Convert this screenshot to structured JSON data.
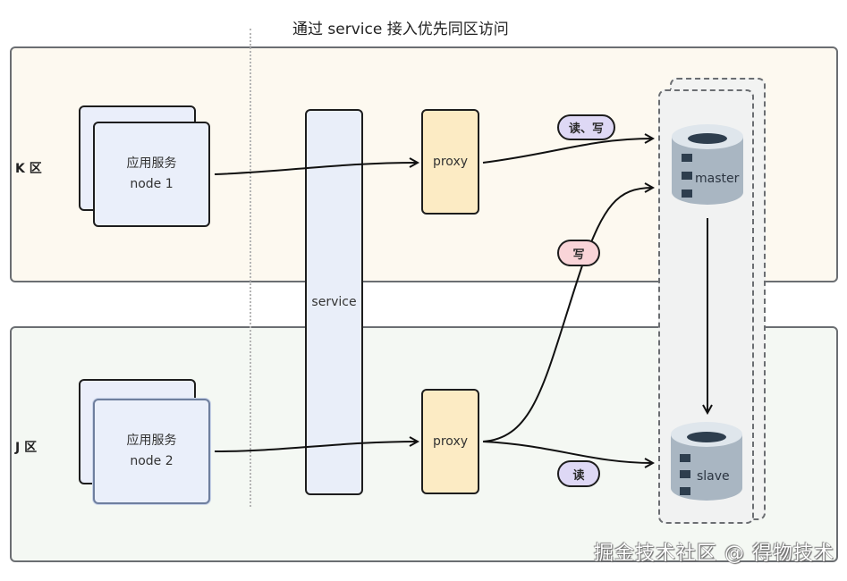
{
  "title": "通过 service 接入优先同区访问",
  "zones": [
    {
      "id": "k",
      "label": "K 区",
      "background": "#fdf9f0"
    },
    {
      "id": "j",
      "label": "J 区",
      "background": "#f4f8f3"
    }
  ],
  "nodes": [
    {
      "line1": "应用服务",
      "line2": "node 1"
    },
    {
      "line1": "应用服务",
      "line2": "node 2"
    }
  ],
  "service": {
    "label": "service"
  },
  "proxies": [
    {
      "label": "proxy"
    },
    {
      "label": "proxy"
    }
  ],
  "databases": {
    "master": {
      "label": "master"
    },
    "slave": {
      "label": "slave"
    }
  },
  "edge_labels": {
    "k_proxy_to_master": "读、写",
    "j_proxy_to_master": "写",
    "j_proxy_to_slave": "读"
  },
  "colors": {
    "node_fill": "#eaeefa",
    "proxy_fill": "#fcebc4",
    "service_fill": "#e9eef9",
    "pill_read": "#ded8f5",
    "pill_write": "#f9d4d8",
    "db_body": "#a9b6c2",
    "db_dark": "#2e3e4e"
  },
  "watermark": "掘金技术社区 @ 得物技术"
}
